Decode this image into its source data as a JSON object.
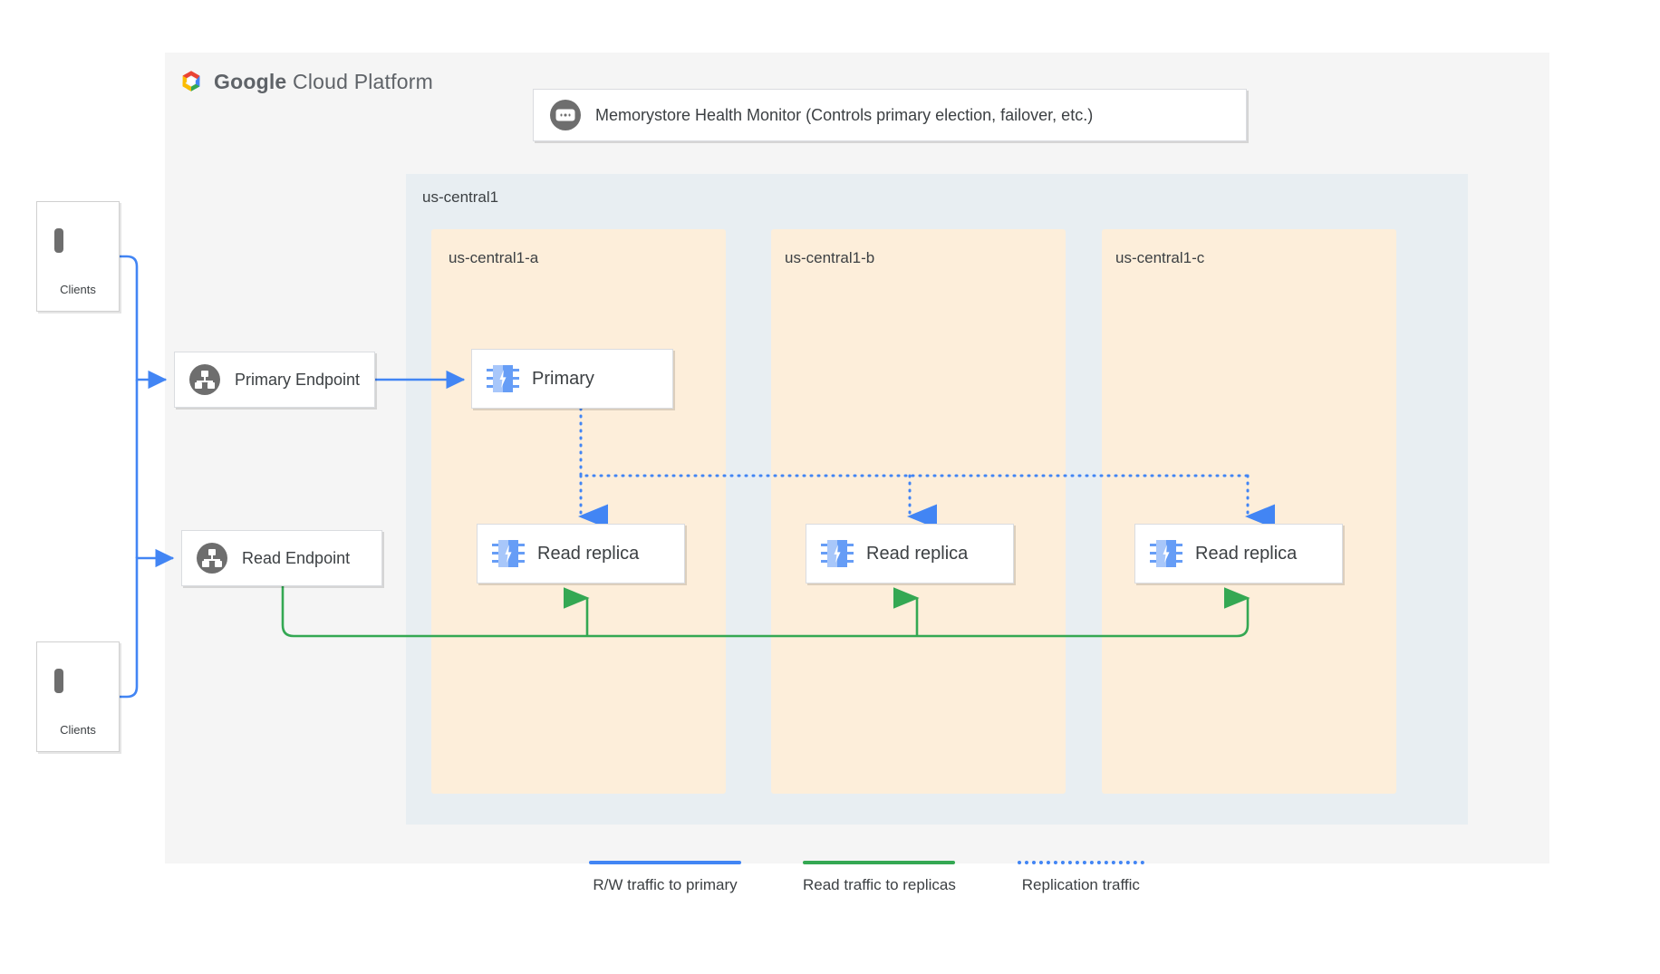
{
  "brand": {
    "logo_icon": "google-cloud-hexagon-logo",
    "name_bold": "Google",
    "name_rest": " Cloud Platform",
    "colors": {
      "blue": "#4285f4",
      "green": "#34a853",
      "red": "#ea4335",
      "yellow": "#fbbc04"
    }
  },
  "health_monitor": {
    "icon": "chat-dots-icon",
    "label": "Memorystore Health Monitor (Controls primary election, failover, etc.)"
  },
  "region": {
    "label": "us-central1"
  },
  "zones": [
    {
      "label": "us-central1-a"
    },
    {
      "label": "us-central1-b"
    },
    {
      "label": "us-central1-c"
    }
  ],
  "clients": [
    {
      "label": "Clients",
      "icon": "laptop-icon"
    },
    {
      "label": "Clients",
      "icon": "laptop-icon"
    }
  ],
  "endpoints": [
    {
      "label": "Primary Endpoint",
      "icon": "network-hierarchy-icon"
    },
    {
      "label": "Read Endpoint",
      "icon": "network-hierarchy-icon"
    }
  ],
  "nodes": [
    {
      "label": "Primary",
      "icon": "memorystore-chip-icon",
      "zone": "us-central1-a"
    },
    {
      "label": "Read replica",
      "icon": "memorystore-chip-icon",
      "zone": "us-central1-a"
    },
    {
      "label": "Read replica",
      "icon": "memorystore-chip-icon",
      "zone": "us-central1-b"
    },
    {
      "label": "Read replica",
      "icon": "memorystore-chip-icon",
      "zone": "us-central1-c"
    }
  ],
  "legend": [
    {
      "label": "R/W traffic to primary",
      "color": "#4285f4",
      "style": "solid"
    },
    {
      "label": "Read traffic to replicas",
      "color": "#34a853",
      "style": "solid"
    },
    {
      "label": "Replication traffic",
      "color": "#4285f4",
      "style": "dotted"
    }
  ]
}
